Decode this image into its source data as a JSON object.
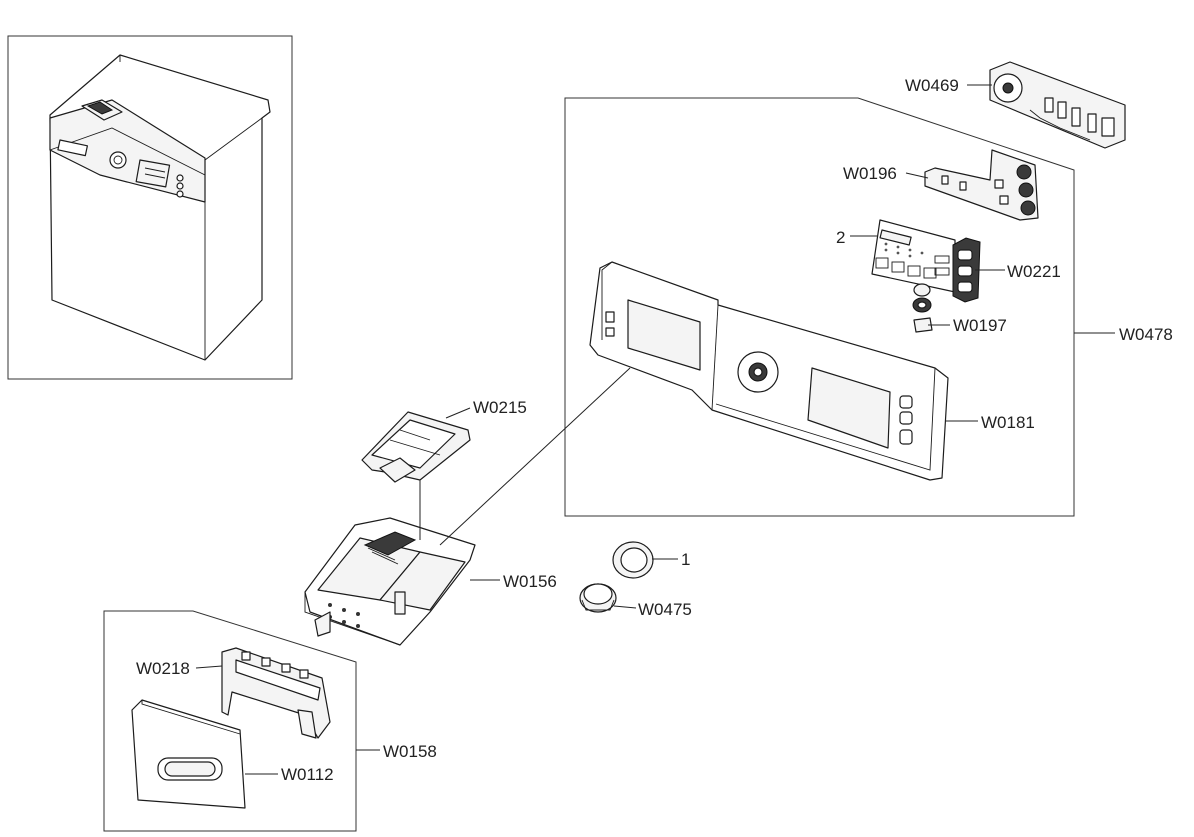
{
  "callouts": {
    "W0469": "W0469",
    "W0196": "W0196",
    "two": "2",
    "W0221": "W0221",
    "W0197": "W0197",
    "W0478": "W0478",
    "W0181": "W0181",
    "W0215": "W0215",
    "W0156": "W0156",
    "one": "1",
    "W0475": "W0475",
    "W0218": "W0218",
    "W0158": "W0158",
    "W0112": "W0112"
  }
}
